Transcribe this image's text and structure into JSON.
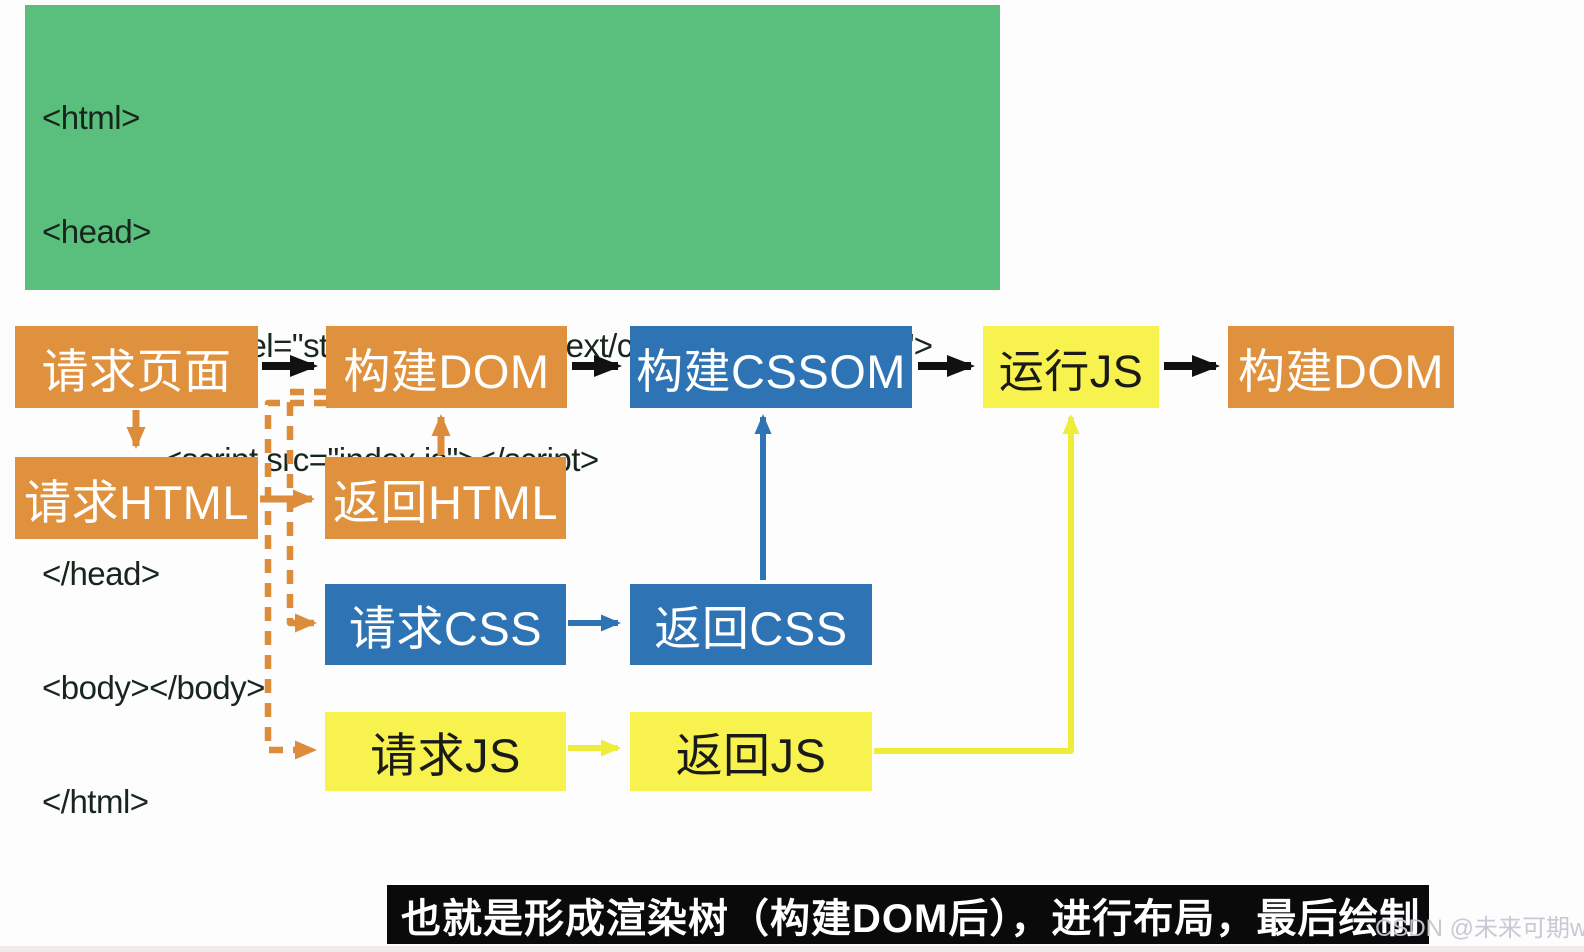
{
  "code_block": {
    "lines": [
      "<html>",
      "<head>",
      "<link rel=\"stylesheet\" type=\"text/css\" href=\"index.css\">",
      "<script src=\"index.js\"></script>",
      "</head>",
      "<body></body>",
      "</html>"
    ]
  },
  "flowchart": {
    "nodes": {
      "request_page": "请求页面",
      "build_dom_1": "构建DOM",
      "build_cssom": "构建CSSOM",
      "run_js": "运行JS",
      "build_dom_2": "构建DOM",
      "request_html": "请求HTML",
      "return_html": "返回HTML",
      "request_css": "请求CSS",
      "return_css": "返回CSS",
      "request_js": "请求JS",
      "return_js": "返回JS"
    },
    "palette": {
      "orange": "#df913e",
      "blue": "#2e74b5",
      "yellow": "#f7f24e",
      "green": "#5abe7c",
      "arrow_black": "#111111",
      "arrow_orange": "#dd8c3c",
      "arrow_blue": "#2e74b5",
      "arrow_yellow": "#efed3a"
    }
  },
  "caption": {
    "text": "也就是形成渲染树（构建DOM后），进行布局，最后绘制"
  },
  "watermark": {
    "text": "CSDN @未来可期wlkq"
  }
}
